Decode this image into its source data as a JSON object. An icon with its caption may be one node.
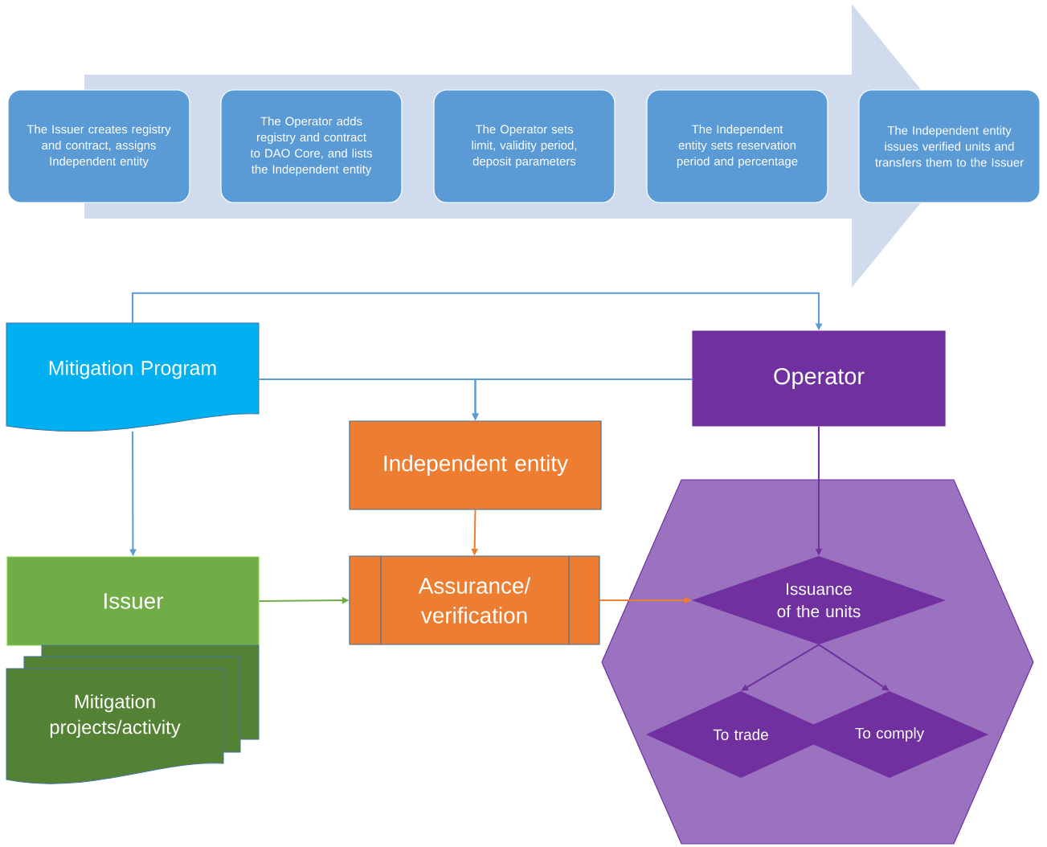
{
  "diagram": {
    "nodes": [
      {
        "text": [
          "The Issuer creates registry and contract, assigns Independent entity"
        ]
      },
      {
        "text": [
          "The Operator adds registry and contract to DAO Core, and lists the Independent entity"
        ]
      },
      {
        "text": [
          "The Operator sets limit, validity period, deposit parameters"
        ]
      },
      {
        "text": [
          "The Independent entity sets reservation period and percentage"
        ]
      },
      {
        "text": [
          "The Independent entity issues verified units and transfers them to the Issuer"
        ]
      },
      {
        "text": [
          "Mitigation Program"
        ]
      },
      {
        "text": [
          "Operator"
        ]
      },
      {
        "text": [
          "Independent entity"
        ]
      },
      {
        "text": [
          "Issuer"
        ]
      },
      {
        "text": [
          "Mitigation projects/activity"
        ]
      },
      {
        "text": [
          "Assurance/ verification"
        ]
      },
      {
        "text": [],
        "shape": "hexagon"
      },
      {
        "text": [
          "Issuance of the units"
        ],
        "in": 11
      },
      {
        "text": [
          "To trade"
        ],
        "in": 11
      },
      {
        "text": [
          "To comply"
        ],
        "in": 11
      }
    ],
    "edges": [
      {
        "from": 5,
        "to": 6,
        "arrow": "to"
      },
      {
        "from": 5,
        "to": 7,
        "arrow": "to"
      },
      {
        "from": 6,
        "to": 7,
        "arrow": "to"
      },
      {
        "from": 5,
        "to": 8,
        "arrow": "to"
      },
      {
        "from": 7,
        "to": 10,
        "arrow": "to",
        "color": "#ed7d31"
      },
      {
        "from": 8,
        "to": 10,
        "arrow": "to",
        "color": "#70ad47"
      },
      {
        "from": 10,
        "to": 12,
        "arrow": "to",
        "color": "#ed7d31"
      },
      {
        "from": 6,
        "to": 12,
        "arrow": "to",
        "color": "#7030a0"
      },
      {
        "from": 12,
        "to": 13,
        "arrow": "to",
        "color": "#7030a0"
      },
      {
        "from": 12,
        "to": 14,
        "arrow": "to",
        "color": "#7030a0"
      }
    ]
  }
}
